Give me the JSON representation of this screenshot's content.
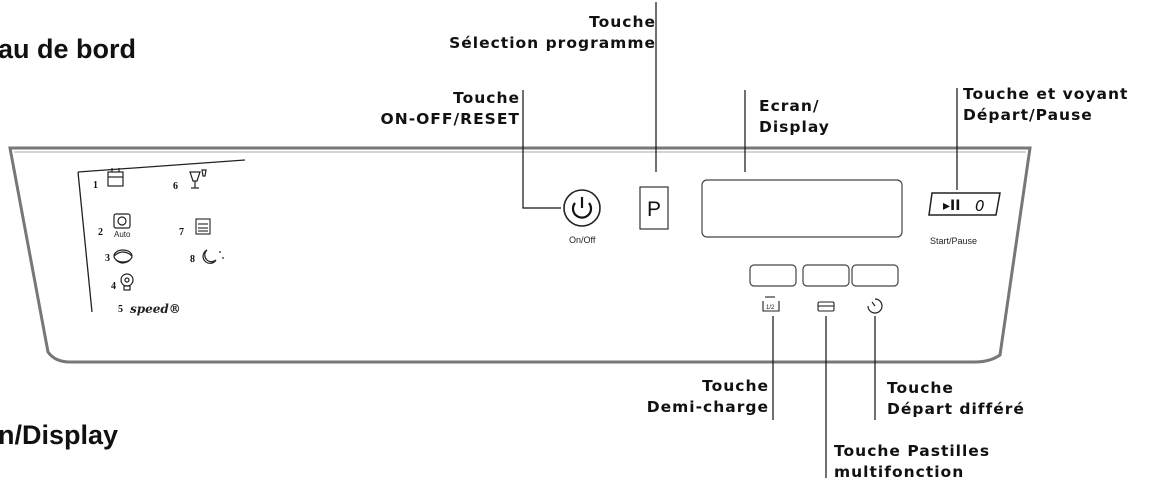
{
  "headings": {
    "top": "au de bord",
    "bottom": "n/Display"
  },
  "callouts": {
    "program_select": {
      "line1": "Touche",
      "line2": "Sélection programme"
    },
    "on_off_reset": {
      "line1": "Touche",
      "line2": "ON-OFF/RESET"
    },
    "screen": {
      "line1": "Ecran/",
      "line2": "Display"
    },
    "start_pause": {
      "line1": "Touche et voyant",
      "line2": "Départ/Pause"
    },
    "half_load": {
      "line1": "Touche",
      "line2": "Demi-charge"
    },
    "delayed_start": {
      "line1": "Touche",
      "line2": "Départ différé"
    },
    "multi_tablets": {
      "line1": "Touche Pastilles",
      "line2": "multifonction"
    }
  },
  "panel": {
    "power_button_label": "On/Off",
    "program_button_label": "P",
    "start_pause_label": "Start/Pause",
    "start_pause_symbol": "▸II",
    "start_pause_led": "0",
    "half_load_icon_text": "1/2",
    "programs": [
      {
        "number": "1",
        "icon": "pot-icon"
      },
      {
        "number": "2",
        "icon": "auto-program-icon",
        "sub": "Auto"
      },
      {
        "number": "3",
        "icon": "eco-icon"
      },
      {
        "number": "4",
        "icon": "bulb-icon"
      },
      {
        "number": "5",
        "icon": "speed-icon",
        "label": "speed®"
      },
      {
        "number": "6",
        "icon": "glass-icon"
      },
      {
        "number": "7",
        "icon": "rinse-icon"
      },
      {
        "number": "8",
        "icon": "night-icon"
      }
    ]
  }
}
